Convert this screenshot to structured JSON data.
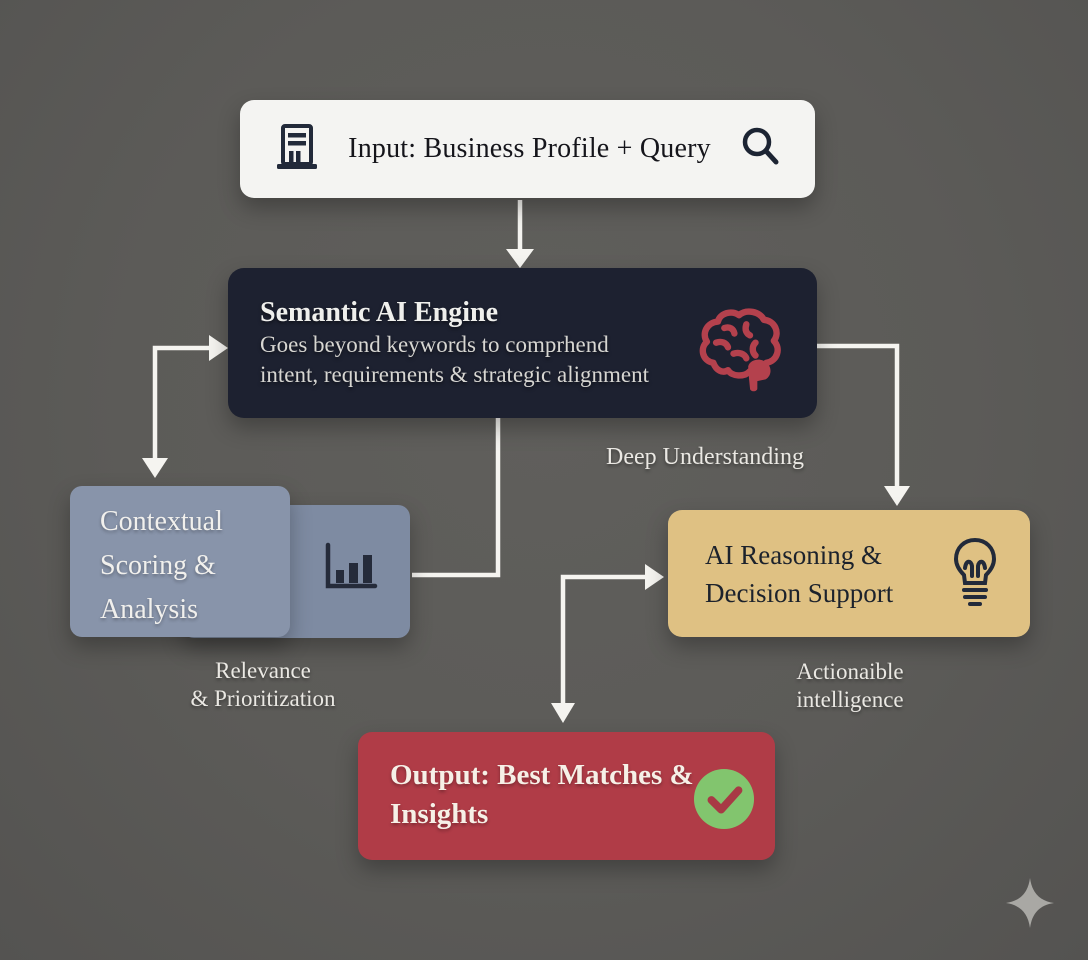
{
  "diagram": {
    "nodes": {
      "input": {
        "label": "Input: Business Profile + Query"
      },
      "engine": {
        "title": "Semantic AI Engine",
        "subtitle_line1": "Goes beyond keywords to comprhend",
        "subtitle_line2": "intent, requirements & strategic alignment"
      },
      "contextual": {
        "label": "Contextual Scoring & Analysis",
        "caption_line1": "Relevance",
        "caption_line2": "& Prioritization"
      },
      "reasoning": {
        "label": "AI Reasoning & Decision Support",
        "caption_line1": "Actionaible",
        "caption_line2": "intelligence"
      },
      "output": {
        "label": "Output: Best Matches & Insights"
      }
    },
    "labels": {
      "deep_understanding": "Deep Understanding"
    },
    "icons": {
      "input_left": "building-icon",
      "input_right": "search-icon",
      "engine": "brain-icon",
      "contextual": "bar-chart-icon",
      "reasoning": "lightbulb-icon",
      "output": "check-circle-icon",
      "corner": "sparkle-icon"
    },
    "colors": {
      "background": "#5c5b58",
      "input_bg": "#f4f4f2",
      "engine_bg": "#1d2130",
      "contextual_bg": "#8894aa",
      "contextual_panel_bg": "#7e8ba2",
      "reasoning_bg": "#dfc183",
      "output_bg": "#b03c47",
      "connector": "#f5f4f0",
      "check_green": "#82c56e",
      "check_mark": "#a83a45",
      "brain_red": "#b4414d",
      "icon_navy": "#222a3a",
      "sparkle_gray": "#a9a8a4"
    }
  }
}
